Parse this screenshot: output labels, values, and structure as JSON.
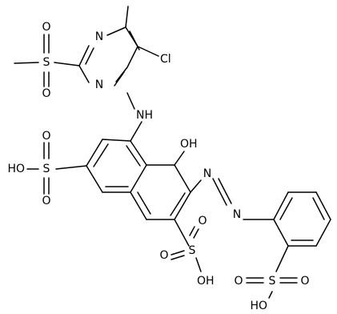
{
  "diagram": {
    "type": "skeletal chemical structure",
    "bond_color": "#000000",
    "background": "#ffffff",
    "atom_labels": {
      "s_mesyl": "S",
      "o_mesyl_top": "O",
      "o_mesyl_bottom": "O",
      "n_pyr_top": "N",
      "n_pyr_bottom": "N",
      "cl": "Cl",
      "nh": "NH",
      "oh_ring": "OH",
      "s_sulfo_left": "S",
      "o_sulfo_left_top": "O",
      "o_sulfo_left_bottom": "O",
      "oh_sulfo_left": "HO",
      "n_azo_1": "N",
      "n_azo_2": "N",
      "s_sulfo_mid": "S",
      "o_sulfo_mid_top": "O",
      "o_sulfo_mid_right": "O",
      "oh_sulfo_mid": "OH",
      "s_sulfo_right": "S",
      "o_sulfo_right_left": "O",
      "o_sulfo_right_right": "O",
      "oh_sulfo_right": "HO"
    }
  }
}
